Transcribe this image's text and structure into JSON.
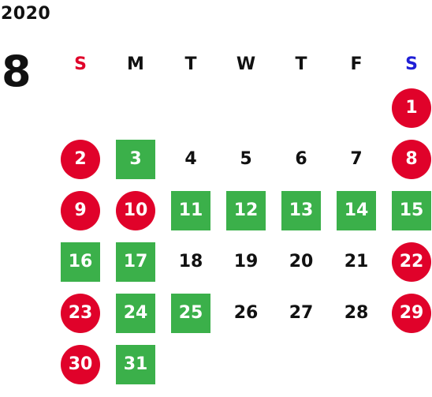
{
  "header": {
    "year": "2020",
    "month": "8"
  },
  "weekdays": [
    {
      "label": "S",
      "color": "#e0022a"
    },
    {
      "label": "M",
      "color": "#111111"
    },
    {
      "label": "T",
      "color": "#111111"
    },
    {
      "label": "W",
      "color": "#111111"
    },
    {
      "label": "T",
      "color": "#111111"
    },
    {
      "label": "F",
      "color": "#111111"
    },
    {
      "label": "S",
      "color": "#1f1fd6"
    }
  ],
  "colors": {
    "holiday": "#e0022a",
    "event": "#3bb04a",
    "normal_text": "#111111"
  },
  "weeks": [
    [
      {
        "label": "",
        "type": "empty"
      },
      {
        "label": "",
        "type": "empty"
      },
      {
        "label": "",
        "type": "empty"
      },
      {
        "label": "",
        "type": "empty"
      },
      {
        "label": "",
        "type": "empty"
      },
      {
        "label": "",
        "type": "empty"
      },
      {
        "label": "1",
        "type": "holiday"
      }
    ],
    [
      {
        "label": "2",
        "type": "holiday"
      },
      {
        "label": "3",
        "type": "event"
      },
      {
        "label": "4",
        "type": "normal"
      },
      {
        "label": "5",
        "type": "normal"
      },
      {
        "label": "6",
        "type": "normal"
      },
      {
        "label": "7",
        "type": "normal"
      },
      {
        "label": "8",
        "type": "holiday"
      }
    ],
    [
      {
        "label": "9",
        "type": "holiday"
      },
      {
        "label": "10",
        "type": "holiday"
      },
      {
        "label": "11",
        "type": "event"
      },
      {
        "label": "12",
        "type": "event"
      },
      {
        "label": "13",
        "type": "event"
      },
      {
        "label": "14",
        "type": "event"
      },
      {
        "label": "15",
        "type": "event"
      }
    ],
    [
      {
        "label": "16",
        "type": "event"
      },
      {
        "label": "17",
        "type": "event"
      },
      {
        "label": "18",
        "type": "normal"
      },
      {
        "label": "19",
        "type": "normal"
      },
      {
        "label": "20",
        "type": "normal"
      },
      {
        "label": "21",
        "type": "normal"
      },
      {
        "label": "22",
        "type": "holiday"
      }
    ],
    [
      {
        "label": "23",
        "type": "holiday"
      },
      {
        "label": "24",
        "type": "event"
      },
      {
        "label": "25",
        "type": "event"
      },
      {
        "label": "26",
        "type": "normal"
      },
      {
        "label": "27",
        "type": "normal"
      },
      {
        "label": "28",
        "type": "normal"
      },
      {
        "label": "29",
        "type": "holiday"
      }
    ],
    [
      {
        "label": "30",
        "type": "holiday"
      },
      {
        "label": "31",
        "type": "event"
      },
      {
        "label": "",
        "type": "empty"
      },
      {
        "label": "",
        "type": "empty"
      },
      {
        "label": "",
        "type": "empty"
      },
      {
        "label": "",
        "type": "empty"
      },
      {
        "label": "",
        "type": "empty"
      }
    ]
  ]
}
